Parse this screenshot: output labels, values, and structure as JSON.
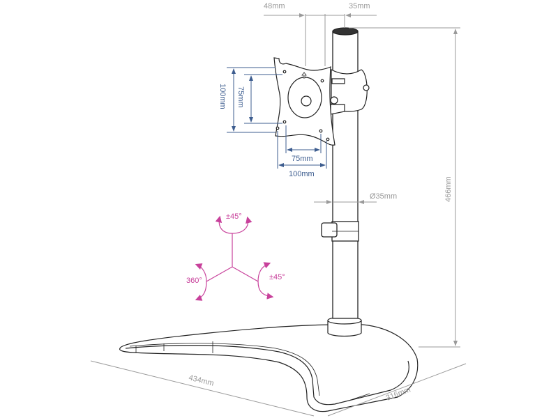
{
  "dimensions": {
    "arm_offset": "48mm",
    "pole_offset": "35mm",
    "pole_diameter": "Ø35mm",
    "height": "466mm",
    "base_width": "434mm",
    "base_depth": "316mm"
  },
  "vesa": {
    "vertical_large": "100mm",
    "vertical_small": "75mm",
    "horizontal_small": "75mm",
    "horizontal_large": "100mm"
  },
  "rotation": {
    "tilt": "±45°",
    "rotate": "360°",
    "swivel": "±45°"
  },
  "colors": {
    "dimension": "#9a9a9a",
    "vesa": "#3d5d8f",
    "rotation": "#c8419b",
    "line": "#222222"
  }
}
